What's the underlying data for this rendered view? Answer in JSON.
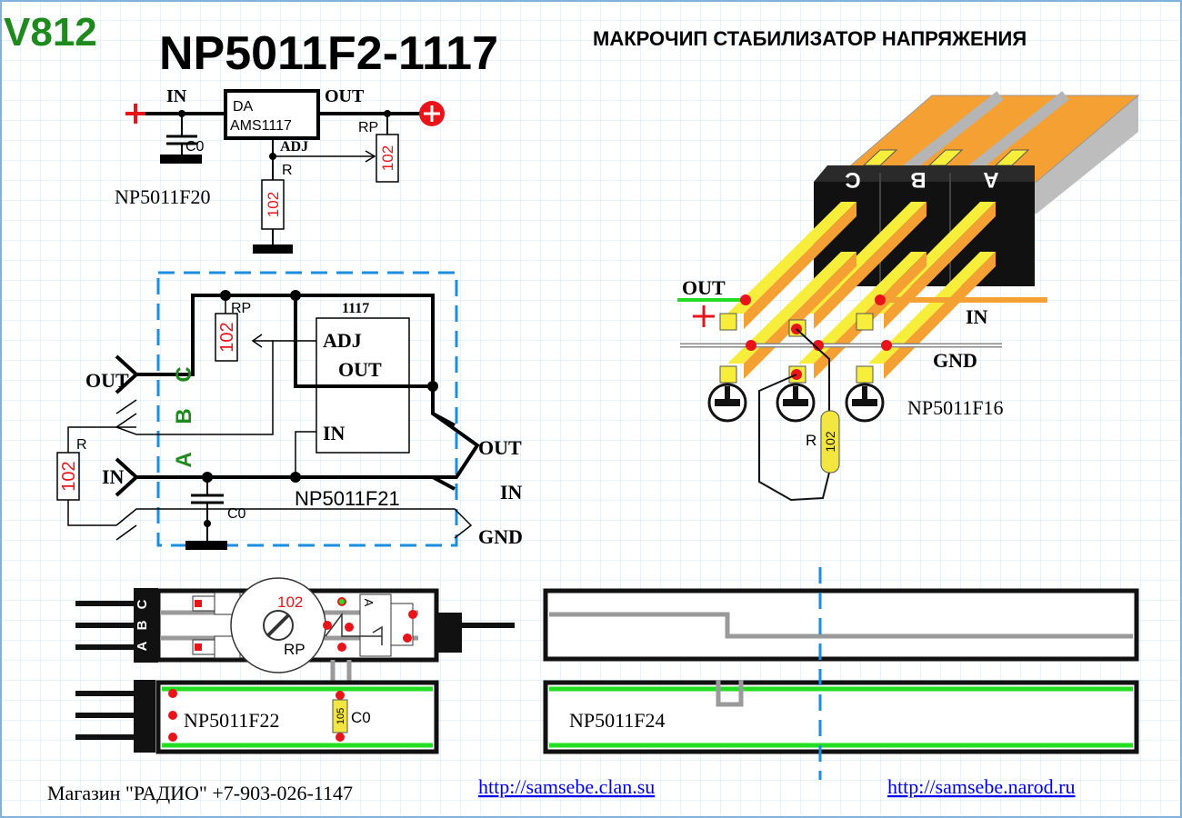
{
  "header": {
    "badge": "V812",
    "title": "NP5011F2-1117",
    "subtitle": "МАКРОЧИП СТАБИЛИЗАТОР НАПРЯЖЕНИЯ"
  },
  "colors": {
    "grid": "#cfe4f3",
    "badge": "#1e8a1e",
    "red": "#e8141a",
    "blue_dash": "#1c8ee0",
    "green_pin": "#1e8a1e",
    "trace_green": "#22dd22",
    "orange": "#f5a033",
    "pin_yellow": "#f7ee3c",
    "resistor_yellow": "#f4e640"
  },
  "schematic_top": {
    "in_label": "IN",
    "out_label": "OUT",
    "adj_label": "ADJ",
    "ic_line1": "DA",
    "ic_line2": "AMS1117",
    "c0_label": "C0",
    "rp_label": "RP",
    "rp_value": "102",
    "r_label": "R",
    "r_value": "102",
    "name": "NP5011F20"
  },
  "schematic_mid": {
    "chip_label": "1117",
    "adj_label": "ADJ",
    "out_label_inner": "OUT",
    "in_label_inner": "IN",
    "rp_label": "RP",
    "rp_value": "102",
    "r_label": "R",
    "r_value": "102",
    "c0_label": "C0",
    "pin_c": "C",
    "pin_b": "B",
    "pin_a": "A",
    "left_out": "OUT",
    "left_in": "IN",
    "right_out": "OUT",
    "right_in": "IN",
    "right_gnd": "GND",
    "name": "NP5011F21"
  },
  "view3d": {
    "pin_c": "C",
    "pin_b": "B",
    "pin_a": "A",
    "out_label": "OUT",
    "in_label": "IN",
    "gnd_label": "GND",
    "r_label": "R",
    "r_value": "102",
    "name": "NP5011F16"
  },
  "board_top": {
    "pin_a": "A",
    "pin_b": "B",
    "pin_c": "C",
    "pot_value": "102",
    "rp_label": "RP",
    "a_mark": "A"
  },
  "board_bottom": {
    "cap_value": "105",
    "c0_label": "C0",
    "name": "NP5011F22"
  },
  "board_right": {
    "name": "NP5011F24"
  },
  "footer": {
    "shop": "Магазин \"РАДИО\" +7-903-026-1147",
    "link1": "http://samsebe.clan.su",
    "link2": "http://samsebe.narod.ru"
  }
}
